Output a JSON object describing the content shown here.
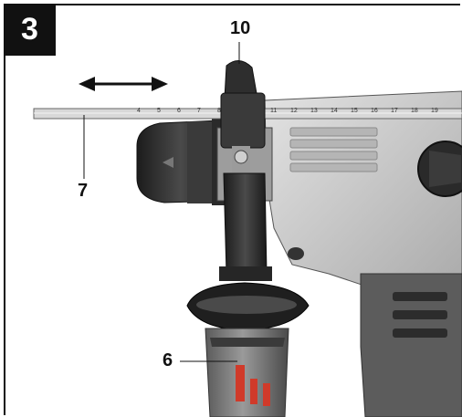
{
  "figure": {
    "number": "3"
  },
  "callouts": {
    "depth_stop_grip": "10",
    "depth_stop": "7",
    "additional_handle": "6"
  },
  "ruler_scale": [
    "4",
    "5",
    "6",
    "7",
    "8",
    "11",
    "12",
    "13",
    "14",
    "15",
    "16",
    "17",
    "18",
    "19"
  ],
  "colors": {
    "tool_body": "#c9c9c9",
    "dark_plastic": "#2a2a2a",
    "ruler": "#d8d8d8"
  },
  "icons": [
    "double-arrow-icon"
  ]
}
